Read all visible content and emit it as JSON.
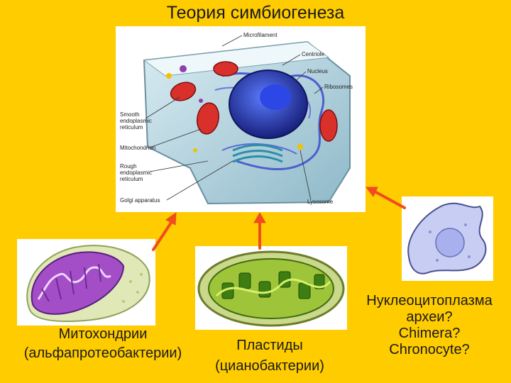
{
  "slide": {
    "title": "Теория симбиогенеза",
    "colors": {
      "background": "#FFCC00",
      "arrow": "#F04C1E"
    }
  },
  "cell_diagram": {
    "labels": {
      "microfilament": "Microfilament",
      "centriole": "Centriole",
      "nucleus": "Nucleus",
      "ribosomes": "Ribosomes",
      "smooth_er_1": "Smooth",
      "smooth_er_2": "endoplasmic",
      "smooth_er_3": "reticulum",
      "mitochondrion": "Mitochondrion",
      "rough_er_1": "Rough",
      "rough_er_2": "endoplasmic",
      "rough_er_3": "reticulum",
      "golgi": "Golgi apparatus",
      "lysosome": "Lysosome"
    }
  },
  "captions": {
    "mitochondria": [
      "Митохондрии",
      "(альфапротеобактерии)"
    ],
    "plastids": [
      "Пластиды",
      "(цианобактерии)"
    ],
    "archaea": [
      "Нуклеоцитоплазма",
      "археи?",
      "Chimera?",
      "Chronocyte?"
    ]
  },
  "icons": [
    "animal-cell-illustration",
    "mitochondrion-illustration",
    "chloroplast-illustration",
    "archaeon-cell-illustration",
    "arrow-up-icon"
  ]
}
